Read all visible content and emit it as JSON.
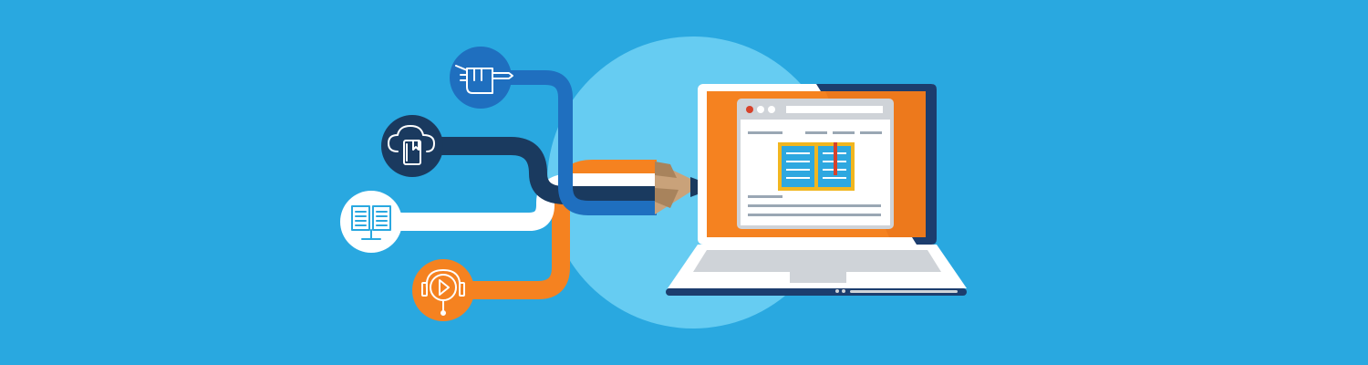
{
  "colors": {
    "background": "#29a8e0",
    "halo": "#66ccf2",
    "navy": "#1a3a5f",
    "blue": "#1f6fbf",
    "orange": "#f58220",
    "white": "#ffffff",
    "gold": "#f2b61f",
    "book_blue": "#2ea8e0",
    "laptop_gray": "#cfd3d8",
    "bezel_dark": "#1c3d6e",
    "red": "#d7422a"
  },
  "icons": [
    {
      "name": "hand-pen-icon",
      "ribbon_color": "blue"
    },
    {
      "name": "cloud-book-icon",
      "ribbon_color": "navy"
    },
    {
      "name": "open-book-stand-icon",
      "ribbon_color": "white"
    },
    {
      "name": "headset-play-icon",
      "ribbon_color": "orange"
    }
  ],
  "illustration": {
    "subject": "laptop-with-open-book",
    "pencil_stripes": [
      "orange",
      "white",
      "navy",
      "blue"
    ]
  }
}
